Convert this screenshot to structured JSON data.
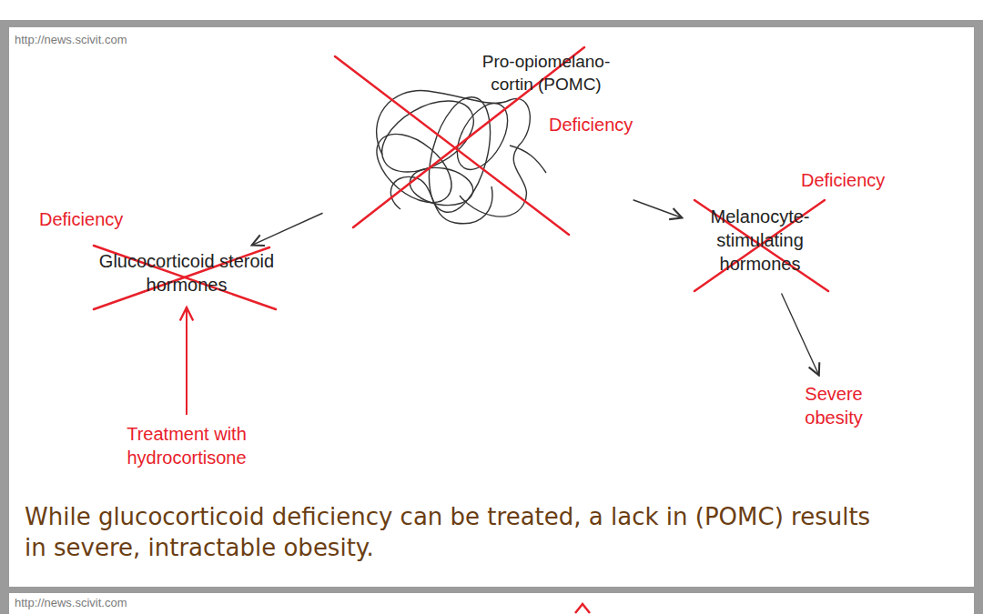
{
  "diagram": {
    "caption": "While glucocorticoid deficiency can be treated, a lack in (POMC) results in severe, intractable obesity.",
    "nodes": [
      {
        "text": [
          "Pro-opiomelano- cortin (POMC)",
          "Deficiency"
        ]
      },
      {
        "text": [
          "Glucocorticoid steroid hormones",
          "Deficiency"
        ]
      },
      {
        "text": [
          "Melanocyte- stimulating hormones",
          "Deficiency"
        ]
      },
      {
        "text": [
          "Severe obesity"
        ]
      },
      {
        "text": [
          "Treatment with hydrocortisone"
        ]
      }
    ],
    "edges": [
      {
        "from": 0,
        "to": 1,
        "arrow": "to"
      },
      {
        "from": 0,
        "to": 2,
        "arrow": "to"
      },
      {
        "from": 2,
        "to": 3,
        "arrow": "to"
      },
      {
        "from": 4,
        "to": 1,
        "arrow": "to"
      }
    ],
    "labels": [
      "http://news.scivit.com",
      "http://news.scivit.com"
    ]
  }
}
